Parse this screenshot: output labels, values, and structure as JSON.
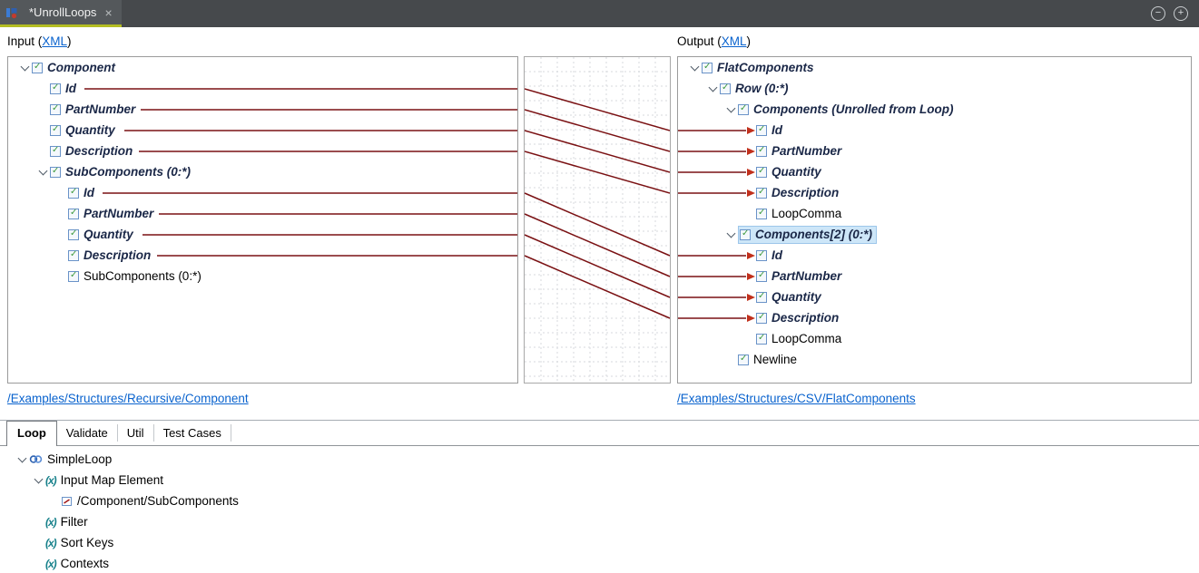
{
  "titlebar": {
    "tab": "*UnrollLoops",
    "close": "×",
    "minimize": "−",
    "maximize": "+"
  },
  "headers": {
    "input_prefix": "Input (",
    "input_link": "XML",
    "input_suffix": ")",
    "output_prefix": "Output (",
    "output_link": "XML",
    "output_suffix": ")"
  },
  "input_tree": {
    "items": [
      {
        "label": "Component"
      },
      {
        "label": "Id"
      },
      {
        "label": "PartNumber"
      },
      {
        "label": "Quantity"
      },
      {
        "label": "Description"
      },
      {
        "label": "SubComponents (0:*)"
      },
      {
        "label": "Id"
      },
      {
        "label": "PartNumber"
      },
      {
        "label": "Quantity"
      },
      {
        "label": "Description"
      },
      {
        "label": "SubComponents (0:*)"
      }
    ],
    "path": "/Examples/Structures/Recursive/Component"
  },
  "output_tree": {
    "items": [
      {
        "label": "FlatComponents"
      },
      {
        "label": "Row (0:*)"
      },
      {
        "label": "Components (Unrolled from Loop)"
      },
      {
        "label": "Id"
      },
      {
        "label": "PartNumber"
      },
      {
        "label": "Quantity"
      },
      {
        "label": "Description"
      },
      {
        "label": "LoopComma"
      },
      {
        "label": "Components[2] (0:*)"
      },
      {
        "label": "Id"
      },
      {
        "label": "PartNumber"
      },
      {
        "label": "Quantity"
      },
      {
        "label": "Description"
      },
      {
        "label": "LoopComma"
      },
      {
        "label": "Newline"
      }
    ],
    "path": "/Examples/Structures/CSV/FlatComponents"
  },
  "mappings": [
    {
      "source": "Component/Id",
      "target": "Row/Components/Id"
    },
    {
      "source": "Component/PartNumber",
      "target": "Row/Components/PartNumber"
    },
    {
      "source": "Component/Quantity",
      "target": "Row/Components/Quantity"
    },
    {
      "source": "Component/Description",
      "target": "Row/Components/Description"
    },
    {
      "source": "Component/SubComponents/Id",
      "target": "Row/Components[2]/Id"
    },
    {
      "source": "Component/SubComponents/PartNumber",
      "target": "Row/Components[2]/PartNumber"
    },
    {
      "source": "Component/SubComponents/Quantity",
      "target": "Row/Components[2]/Quantity"
    },
    {
      "source": "Component/SubComponents/Description",
      "target": "Row/Components[2]/Description"
    }
  ],
  "colors": {
    "mapping_line": "#7a1113",
    "arrowhead": "#c1301c",
    "tab_underline": "#b4bd22",
    "selection": "#cde6f8",
    "link": "#0a63ce"
  },
  "bottom": {
    "tabs": [
      {
        "label": "Loop"
      },
      {
        "label": "Validate"
      },
      {
        "label": "Util"
      },
      {
        "label": "Test Cases"
      }
    ],
    "tree": [
      {
        "label": "SimpleLoop"
      },
      {
        "label": "Input Map Element"
      },
      {
        "label": "/Component/SubComponents"
      },
      {
        "label": "Filter"
      },
      {
        "label": "Sort Keys"
      },
      {
        "label": "Contexts"
      }
    ]
  }
}
